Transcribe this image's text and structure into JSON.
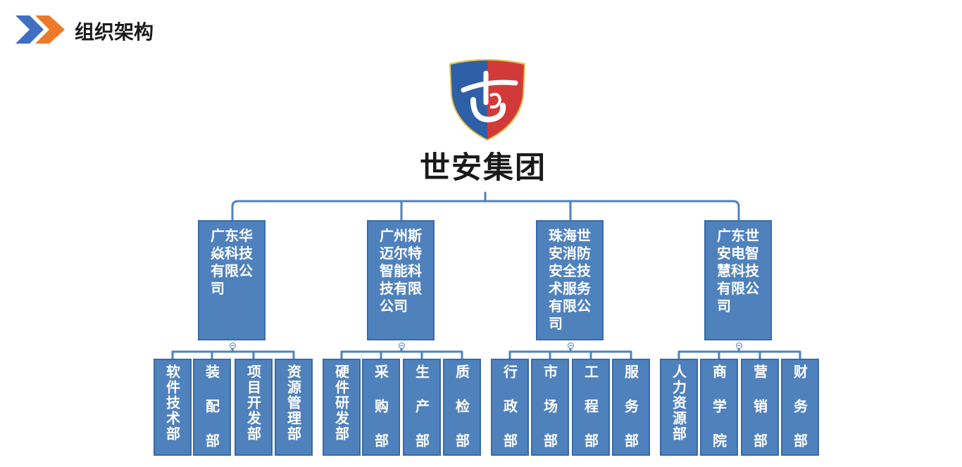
{
  "header": {
    "title": "组织架构"
  },
  "logo": {
    "text": "世安集团"
  },
  "companies": [
    {
      "name": "广东华焱科技有限公司",
      "departments": [
        "软件技术部",
        "装配部",
        "项目开发部",
        "资源管理部"
      ]
    },
    {
      "name": "广州斯迈尔特智能科技有限公司",
      "departments": [
        "硬件研发部",
        "采购部",
        "生产部",
        "质检部"
      ]
    },
    {
      "name": "珠海世安消防安全技术服务有限公司",
      "departments": [
        "行政部",
        "市场部",
        "工程部",
        "服务部"
      ]
    },
    {
      "name": "广东世安电智慧科技有限公司",
      "departments": [
        "人力资源部",
        "商学院",
        "营销部",
        "财务部"
      ]
    }
  ],
  "colors": {
    "box": "#4f81bd",
    "line": "#4f81bd",
    "chevron_blue": "#3f6fc3",
    "chevron_orange": "#ec7a2a"
  }
}
